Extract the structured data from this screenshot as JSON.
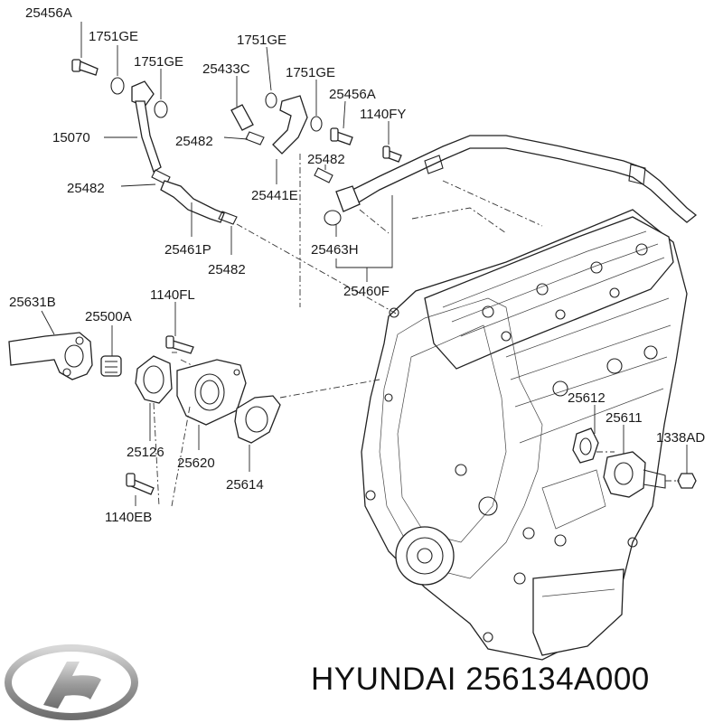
{
  "callouts": [
    {
      "id": "c1",
      "text": "25456A"
    },
    {
      "id": "c2",
      "text": "1751GE"
    },
    {
      "id": "c3",
      "text": "1751GE"
    },
    {
      "id": "c4",
      "text": "1751GE"
    },
    {
      "id": "c5",
      "text": "25433C"
    },
    {
      "id": "c6",
      "text": "1751GE"
    },
    {
      "id": "c7",
      "text": "25456A"
    },
    {
      "id": "c8",
      "text": "1140FY"
    },
    {
      "id": "c9",
      "text": "15070"
    },
    {
      "id": "c10",
      "text": "25482"
    },
    {
      "id": "c11",
      "text": "25482"
    },
    {
      "id": "c12",
      "text": "25482"
    },
    {
      "id": "c13",
      "text": "25441E"
    },
    {
      "id": "c14",
      "text": "25461P"
    },
    {
      "id": "c15",
      "text": "25463H"
    },
    {
      "id": "c16",
      "text": "25482"
    },
    {
      "id": "c17",
      "text": "25460F"
    },
    {
      "id": "c18",
      "text": "25631B"
    },
    {
      "id": "c19",
      "text": "1140FL"
    },
    {
      "id": "c20",
      "text": "25500A"
    },
    {
      "id": "c21",
      "text": "25612"
    },
    {
      "id": "c22",
      "text": "25611"
    },
    {
      "id": "c23",
      "text": "1338AD"
    },
    {
      "id": "c24",
      "text": "25126"
    },
    {
      "id": "c25",
      "text": "25620"
    },
    {
      "id": "c26",
      "text": "25614"
    },
    {
      "id": "c27",
      "text": "1140EB"
    }
  ],
  "caption": {
    "text": "HYUNDAI 256134A000"
  },
  "colors": {
    "line": "#222222",
    "logo": "#9a9a9a"
  },
  "logo": {
    "icon": "hyundai-logo-icon"
  }
}
